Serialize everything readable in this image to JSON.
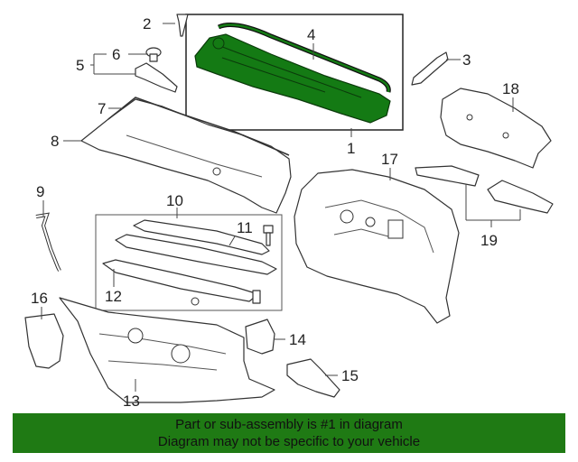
{
  "diagram": {
    "callouts": {
      "c1": "1",
      "c2": "2",
      "c3": "3",
      "c4": "4",
      "c5": "5",
      "c6": "6",
      "c7": "7",
      "c8": "8",
      "c9": "9",
      "c10": "10",
      "c11": "11",
      "c12": "12",
      "c13": "13",
      "c14": "14",
      "c15": "15",
      "c16": "16",
      "c17": "17",
      "c18": "18",
      "c19": "19"
    },
    "highlight_color": "#147a14"
  },
  "footer": {
    "line1": "Part or sub-assembly is #1 in diagram",
    "line2": "Diagram may not be specific to your vehicle",
    "background_color": "#1f7a14"
  }
}
